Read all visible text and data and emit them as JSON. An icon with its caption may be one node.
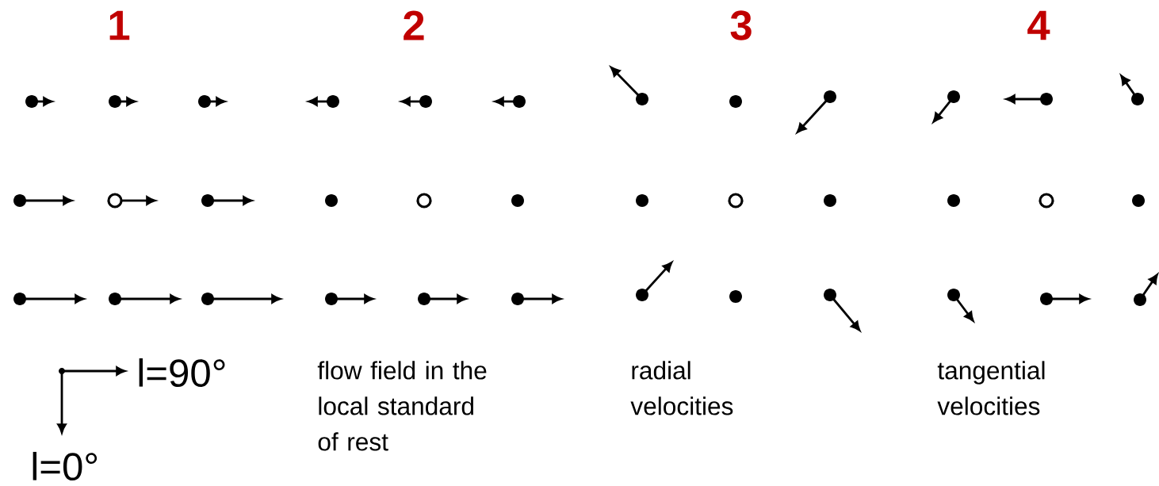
{
  "diagram": {
    "labels": [
      "1",
      "2",
      "3",
      "4",
      "l=90°",
      "l=0°",
      "flow field in the local standard of rest",
      "radial velocities",
      "tangential velocities"
    ]
  }
}
